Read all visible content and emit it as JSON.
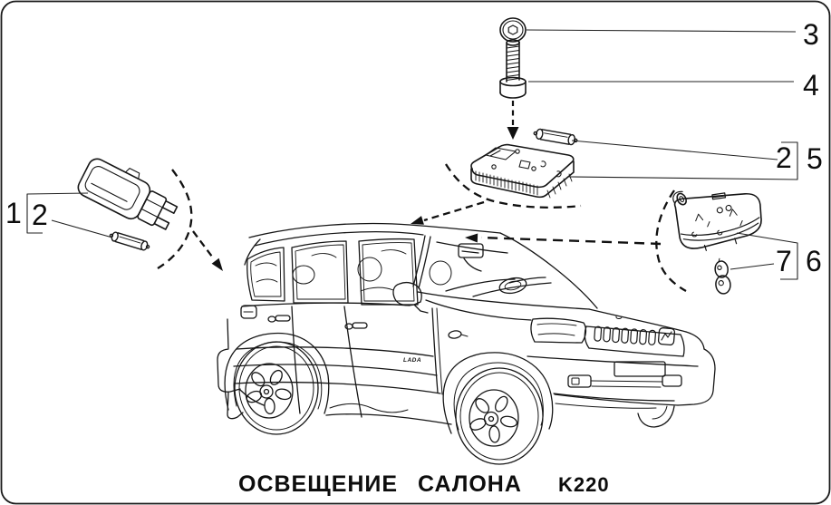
{
  "diagram": {
    "caption": "ОСВЕЩЕНИЕ САЛОНА",
    "code": "K220",
    "car_badge": "LADA",
    "callouts": {
      "left_lamp": "1",
      "left_bulb": "2",
      "washer": "3",
      "screw": "4",
      "dome_bulb": "2",
      "dome_lamp": "5",
      "rear_lamp": "6",
      "rear_bulb": "7"
    }
  }
}
